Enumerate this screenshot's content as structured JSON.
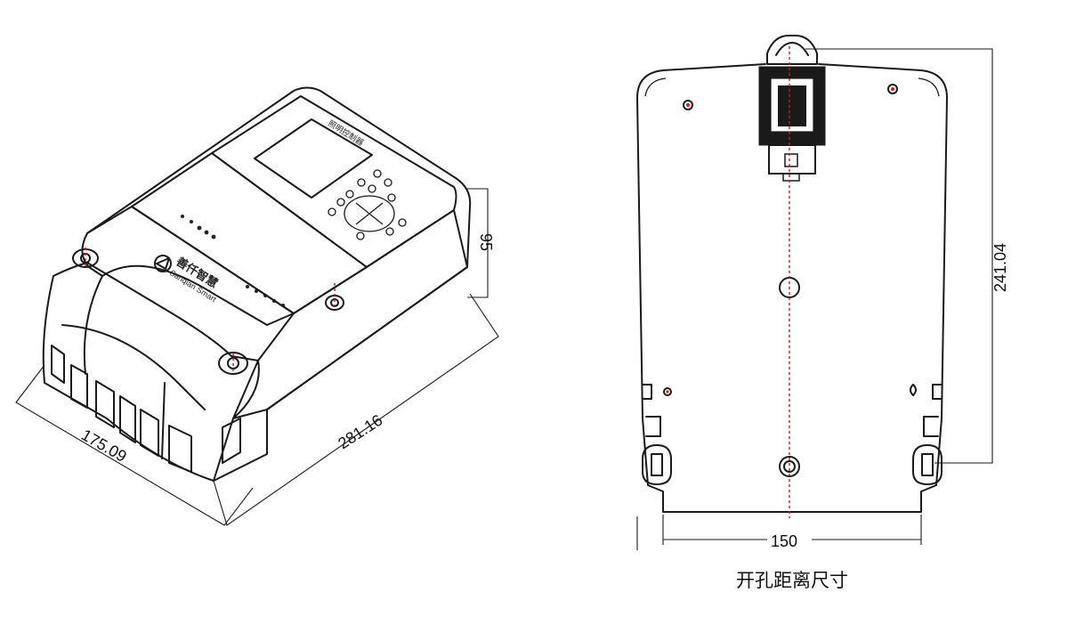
{
  "device": {
    "panel_label": "照明控制器",
    "brand_name": "善仟智慧",
    "brand_sub": "Sanqian Smart"
  },
  "dimensions": {
    "width_3d": "175.09",
    "length_3d": "281.16",
    "height_3d": "95",
    "mount_height": "241.04",
    "mount_width": "150"
  },
  "caption": "开孔距离尺寸",
  "colors": {
    "line": "#1a1a1a",
    "centerline": "#d11a1a"
  }
}
